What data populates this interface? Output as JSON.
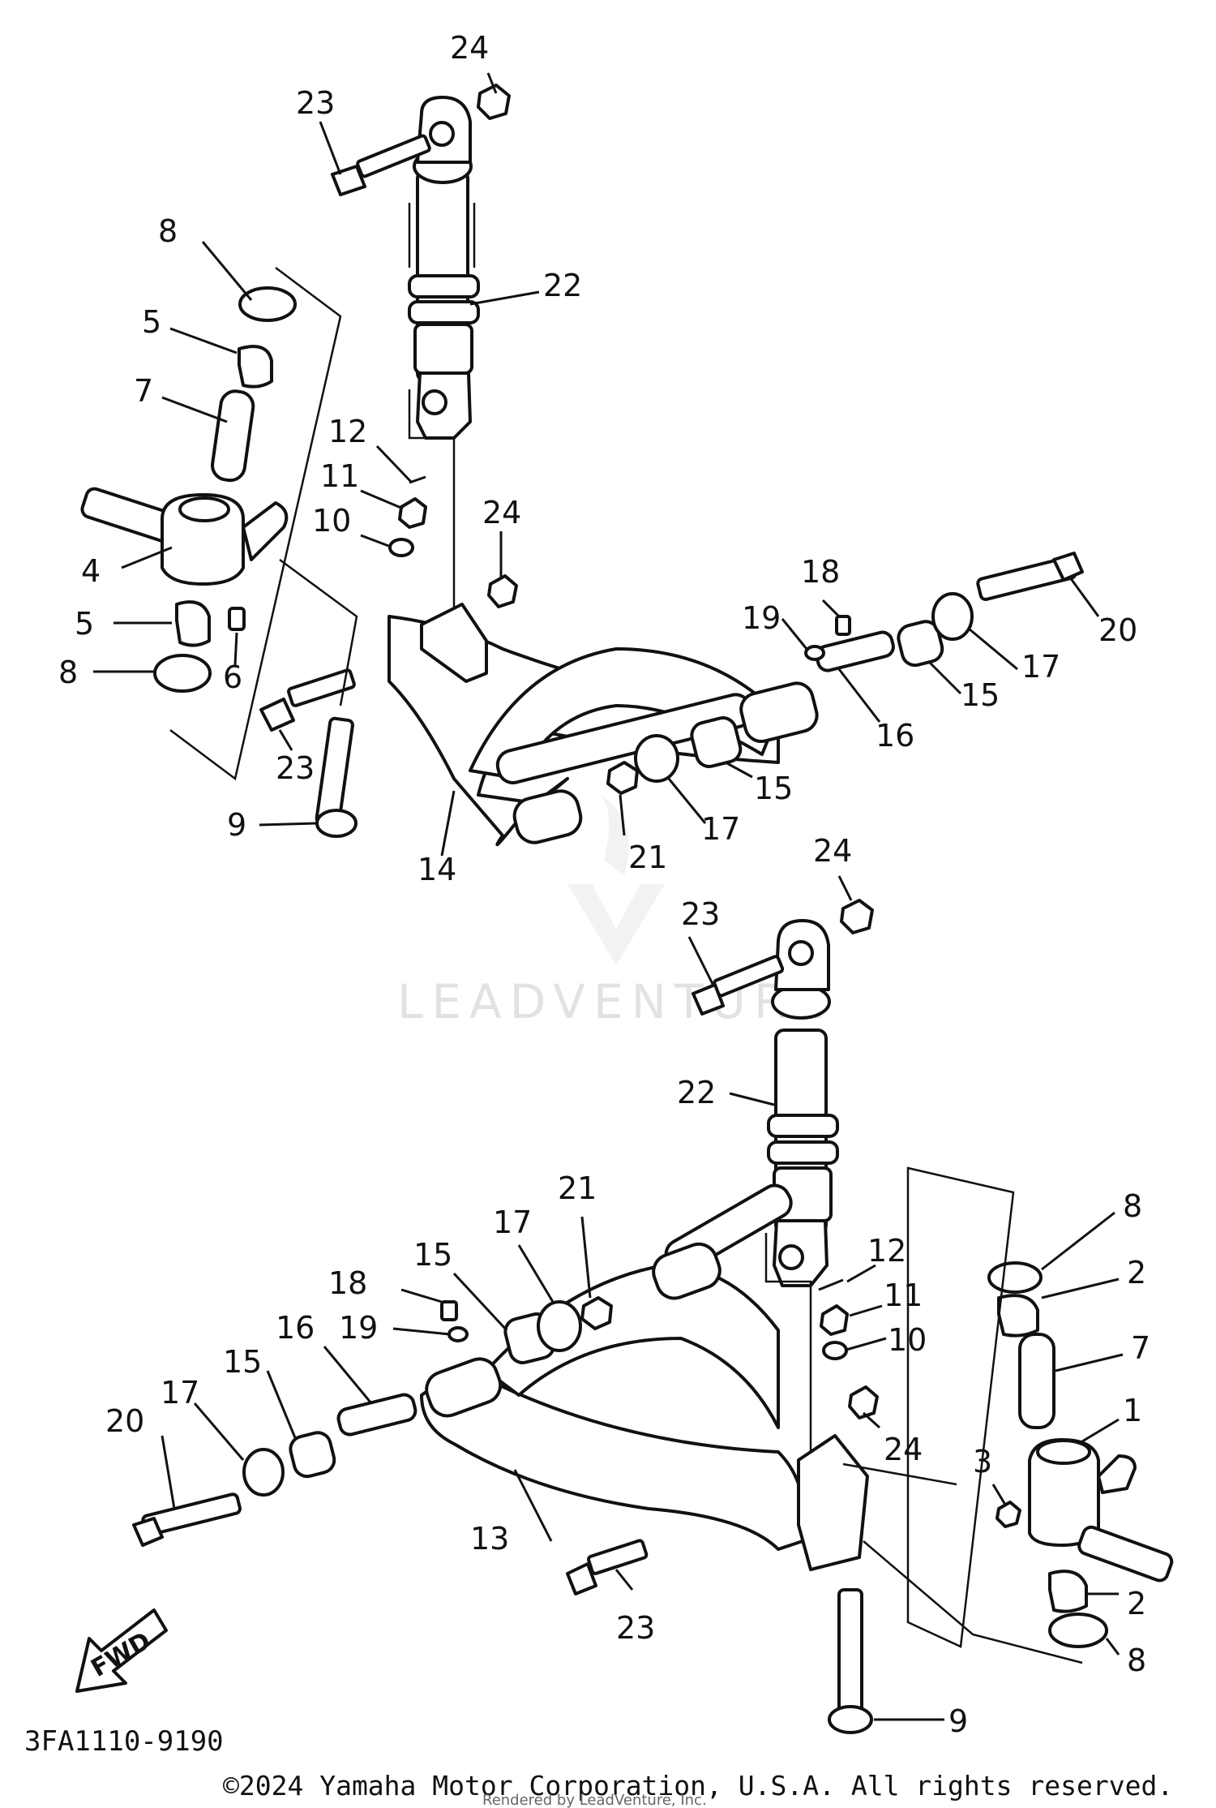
{
  "diagram_code": "3FA1110-9190",
  "copyright": "©2024 Yamaha Motor Corporation, U.S.A. All rights reserved.",
  "rendered_by": "Rendered by LeadVenture, Inc.",
  "watermark": "LEADVENTURE",
  "fwd_label": "FWD",
  "callouts": {
    "top_24a": "24",
    "top_23a": "23",
    "top_22": "22",
    "top_8a": "8",
    "top_5a": "5",
    "top_7": "7",
    "top_12": "12",
    "top_11": "11",
    "top_10": "10",
    "top_24b": "24",
    "top_4": "4",
    "top_5b": "5",
    "top_6": "6",
    "top_8b": "8",
    "top_23b": "23",
    "top_9": "9",
    "top_14": "14",
    "top_18": "18",
    "top_19": "19",
    "top_20": "20",
    "top_17a": "17",
    "top_15a": "15",
    "top_16": "16",
    "top_21": "21",
    "top_17b": "17",
    "top_15b": "15",
    "bot_24a": "24",
    "bot_23a": "23",
    "bot_22": "22",
    "bot_21": "21",
    "bot_17a": "17",
    "bot_15a": "15",
    "bot_18": "18",
    "bot_19": "19",
    "bot_16": "16",
    "bot_15b": "15",
    "bot_17b": "17",
    "bot_20": "20",
    "bot_13": "13",
    "bot_23b": "23",
    "bot_8a": "8",
    "bot_2a": "2",
    "bot_12": "12",
    "bot_11": "11",
    "bot_10": "10",
    "bot_7": "7",
    "bot_1": "1",
    "bot_24b": "24",
    "bot_3": "3",
    "bot_2b": "2",
    "bot_8b": "8",
    "bot_9": "9"
  }
}
